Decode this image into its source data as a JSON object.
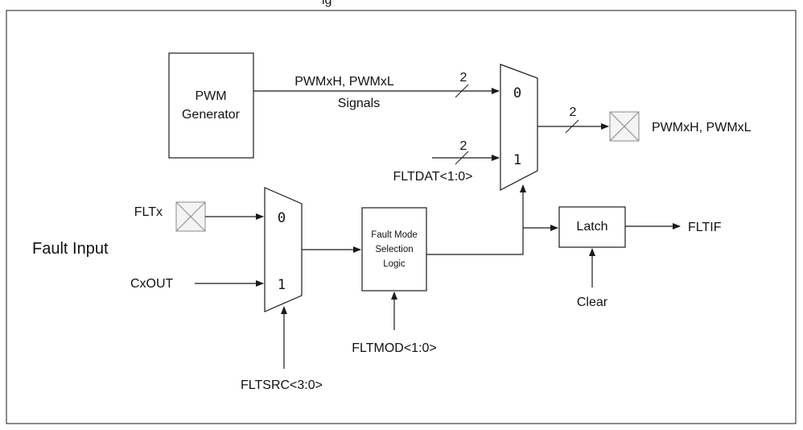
{
  "header": {
    "title_fragment": "ig"
  },
  "blocks": {
    "pwm_generator": {
      "line1": "PWM",
      "line2": "Generator"
    },
    "output_mux": {
      "input0": "0",
      "input1": "1"
    },
    "input_mux": {
      "input0": "0",
      "input1": "1"
    },
    "fault_logic": {
      "line1": "Fault Mode",
      "line2": "Selection",
      "line3": "Logic"
    },
    "latch": {
      "label": "Latch"
    }
  },
  "signals": {
    "pwm_bus_line1": "PWMxH, PWMxL",
    "pwm_bus_line2": "Signals",
    "pwm_bus_width": "2",
    "fltdat_width": "2",
    "fltdat": "FLTDAT<1:0>",
    "output_width": "2",
    "output": "PWMxH, PWMxL",
    "fltx": "FLTx",
    "cxout": "CxOUT",
    "fault_input": "Fault Input",
    "fltsrc": "FLTSRC<3:0>",
    "fltmod": "FLTMOD<1:0>",
    "clear": "Clear",
    "fltif": "FLTIF"
  },
  "colors": {
    "stroke": "#1a1a1a",
    "pad_fill": "#f4f4f4",
    "pad_stroke": "#8a8a8a"
  }
}
